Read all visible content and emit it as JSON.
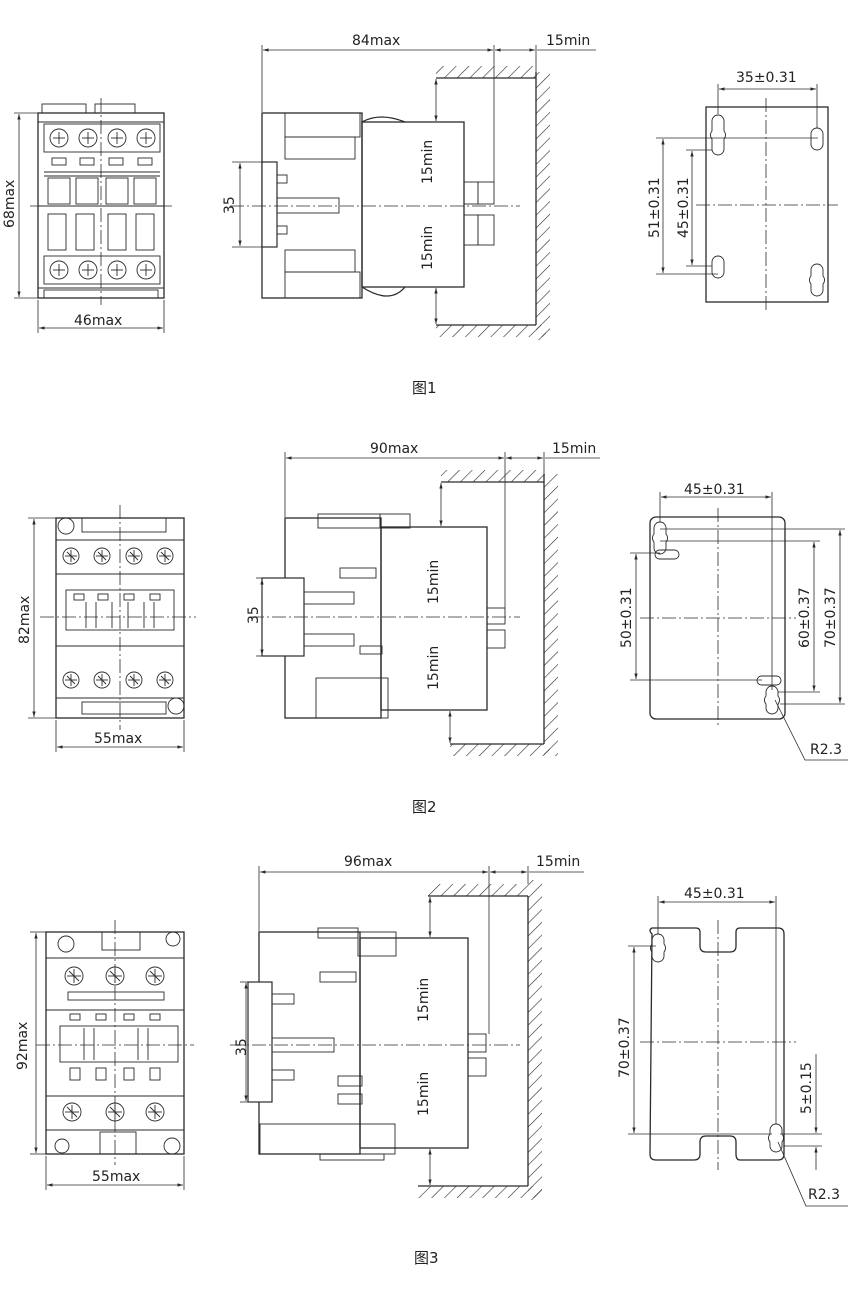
{
  "figures": [
    {
      "caption": "图1",
      "front": {
        "height": "68max",
        "width": "46max"
      },
      "side": {
        "length": "84max",
        "wall_clearance": "15min",
        "rail": "35",
        "top_clearance": "15min",
        "bottom_clearance": "15min"
      },
      "plate": {
        "hole_w": "35±0.31",
        "hole_h_outer": "51±0.31",
        "hole_h_inner": "45±0.31"
      }
    },
    {
      "caption": "图2",
      "front": {
        "height": "82max",
        "width": "55max"
      },
      "side": {
        "length": "90max",
        "wall_clearance": "15min",
        "rail": "35",
        "top_clearance": "15min",
        "bottom_clearance": "15min"
      },
      "plate": {
        "hole_w": "45±0.31",
        "h1": "50±0.31",
        "h2": "60±0.37",
        "h3": "70±0.37",
        "radius": "R2.3"
      }
    },
    {
      "caption": "图3",
      "front": {
        "height": "92max",
        "width": "55max"
      },
      "side": {
        "length": "96max",
        "wall_clearance": "15min",
        "rail": "35",
        "top_clearance": "15min",
        "bottom_clearance": "15min"
      },
      "plate": {
        "hole_w": "45±0.31",
        "hole_h": "70±0.37",
        "offset": "5±0.15",
        "radius": "R2.3"
      }
    }
  ]
}
